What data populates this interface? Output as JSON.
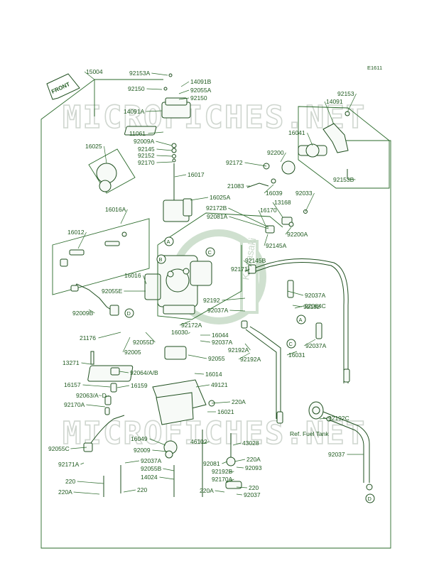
{
  "code": "E1611",
  "front_label": "FRONT",
  "watermark": "MICROFICHES.NET",
  "seal_text": "Kawasaki",
  "ref_note": "Ref. Fuel Tank",
  "circle_refs": [
    "A",
    "B",
    "C",
    "D"
  ],
  "labels": [
    "15004",
    "92153A",
    "14091B",
    "92150",
    "92055A",
    "92150",
    "14091A",
    "11061",
    "92009A",
    "92145",
    "92152",
    "92170",
    "16025",
    "16017",
    "16025A",
    "16016A",
    "16012",
    "16016",
    "92055E",
    "92009B",
    "21176",
    "92005",
    "92055D",
    "14091",
    "92153",
    "16041",
    "92172",
    "92200",
    "21083",
    "16039",
    "92153B",
    "92172B",
    "92081A",
    "16170",
    "13168",
    "92033",
    "92200A",
    "92145A",
    "92145B",
    "92171",
    "92192",
    "92037A",
    "92192",
    "92037A",
    "92064C",
    "92172A",
    "16030",
    "16044",
    "92037A",
    "92192A",
    "92192A",
    "92037A",
    "16031",
    "92055",
    "16014",
    "13271",
    "92064/A/B",
    "16157",
    "16159",
    "49121",
    "92063/A~D",
    "92170A",
    "220A",
    "16021",
    "92055C",
    "16049",
    "92009",
    "46102",
    "43028",
    "220A",
    "92171A",
    "92037A",
    "92055B",
    "92081",
    "92093",
    "92192B",
    "14024",
    "92170A",
    "220",
    "220A",
    "220A",
    "220",
    "220",
    "92037",
    "92192C",
    "92037"
  ]
}
